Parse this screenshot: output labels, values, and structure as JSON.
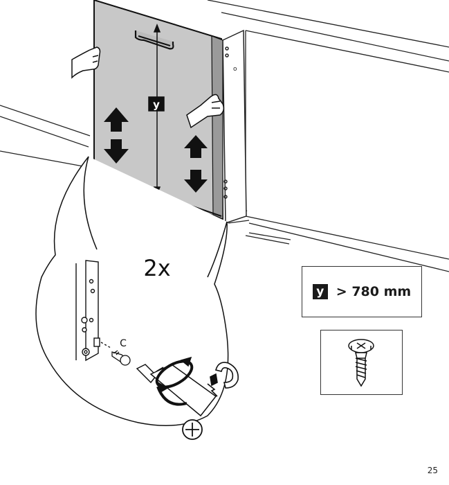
{
  "diagram": {
    "door_label": "y",
    "repeat_label": "2x",
    "part_label": "C"
  },
  "dimension_box": {
    "badge": "y",
    "text": "> 780 mm"
  },
  "page_number": "25",
  "icons": [
    "hand-icon",
    "up-arrow-icon",
    "down-arrow-icon",
    "screwdriver-icon",
    "magnet-icon",
    "phillips-icon",
    "screw-icon"
  ]
}
